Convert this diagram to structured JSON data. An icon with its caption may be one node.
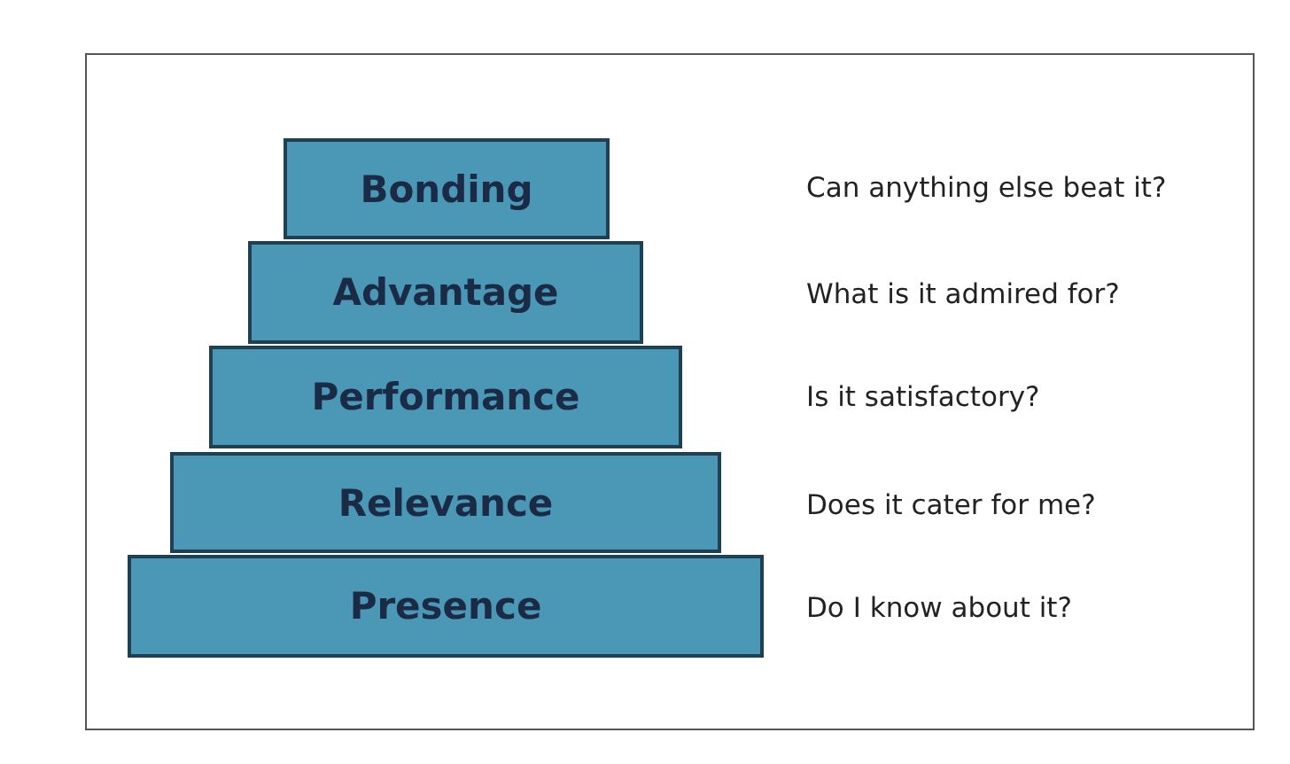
{
  "diagram": {
    "nodes": [
      {
        "text": [
          "Bonding"
        ]
      },
      {
        "text": [
          "Advantage"
        ]
      },
      {
        "text": [
          "Performance"
        ]
      },
      {
        "text": [
          "Relevance"
        ]
      },
      {
        "text": [
          "Presence"
        ]
      }
    ],
    "labels": [
      "Can anything else beat it?",
      "What is it admired for?",
      "Is it satisfactory?",
      "Does it cater for me?",
      "Do I know about it?"
    ]
  }
}
